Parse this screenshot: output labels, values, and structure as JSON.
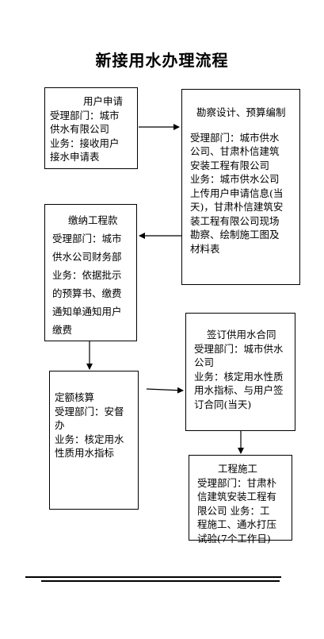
{
  "title": "新接用水办理流程",
  "boxes": {
    "apply": {
      "heading": "用户申请",
      "lines": [
        "受理部门：城市",
        "供水有限公司",
        "业务：接收用户",
        "接水申请表"
      ]
    },
    "survey": {
      "heading": "勘察设计、预算编制",
      "lines": [
        "受理部门：城市供水",
        "公司、甘肃朴信建筑",
        "安装工程有限公司",
        "业务：城市供水公司",
        "上传用户申请信息(当",
        "天)，甘肃朴信建筑安",
        "装工程有限公司现场",
        "勘察、绘制施工图及",
        "材料表"
      ]
    },
    "pay": {
      "heading": "缴纳工程款",
      "lines": [
        "受理部门：城市",
        "供水公司财务部",
        "业务：依据批示",
        "的预算书、缴费",
        "通知单通知用户",
        "缴费"
      ]
    },
    "contract": {
      "heading": "签订供用水合同",
      "lines": [
        "受理部门：城市供水",
        "公司",
        "业务：核定用水性质",
        "用水指标、与用户签",
        "订合同(当天)"
      ]
    },
    "quota": {
      "heading": "定额核算",
      "lines": [
        "受理部门：安督",
        "办",
        "业务：核定用水",
        "性质用水指标"
      ]
    },
    "construction": {
      "heading": "工程施工",
      "lines": [
        "受理部门：甘肃朴",
        "信建筑安装工程有",
        "限公司  业务：工",
        "程施工、通水打压",
        "试验(7个工作日)"
      ]
    }
  }
}
